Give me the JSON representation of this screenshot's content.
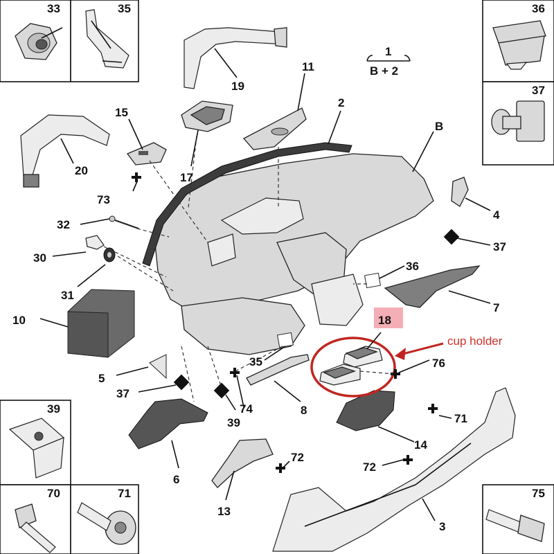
{
  "formula": {
    "top": "1",
    "bottom": "B + 2"
  },
  "annotation": {
    "text": "cup holder",
    "color": "#d0302a"
  },
  "highlight_color": "#f2a0a8",
  "corner_boxes": [
    {
      "id": "33"
    },
    {
      "id": "35"
    },
    {
      "id": "36"
    },
    {
      "id": "37"
    },
    {
      "id": "39"
    },
    {
      "id": "70"
    },
    {
      "id": "71"
    },
    {
      "id": "75"
    }
  ],
  "labels": {
    "p1": "1",
    "pB": "B",
    "p2": "2",
    "p3": "3",
    "p4": "4",
    "p5": "5",
    "p6": "6",
    "p7": "7",
    "p8": "8",
    "p10": "10",
    "p11": "11",
    "p13": "13",
    "p14": "14",
    "p15": "15",
    "p17": "17",
    "p18": "18",
    "p19": "19",
    "p20": "20",
    "p30": "30",
    "p31": "31",
    "p32": "32",
    "p35": "35",
    "p36": "36",
    "p37a": "37",
    "p37b": "37",
    "p39": "39",
    "p71": "71",
    "p72a": "72",
    "p72b": "72",
    "p73": "73",
    "p74": "74",
    "p76": "76"
  }
}
